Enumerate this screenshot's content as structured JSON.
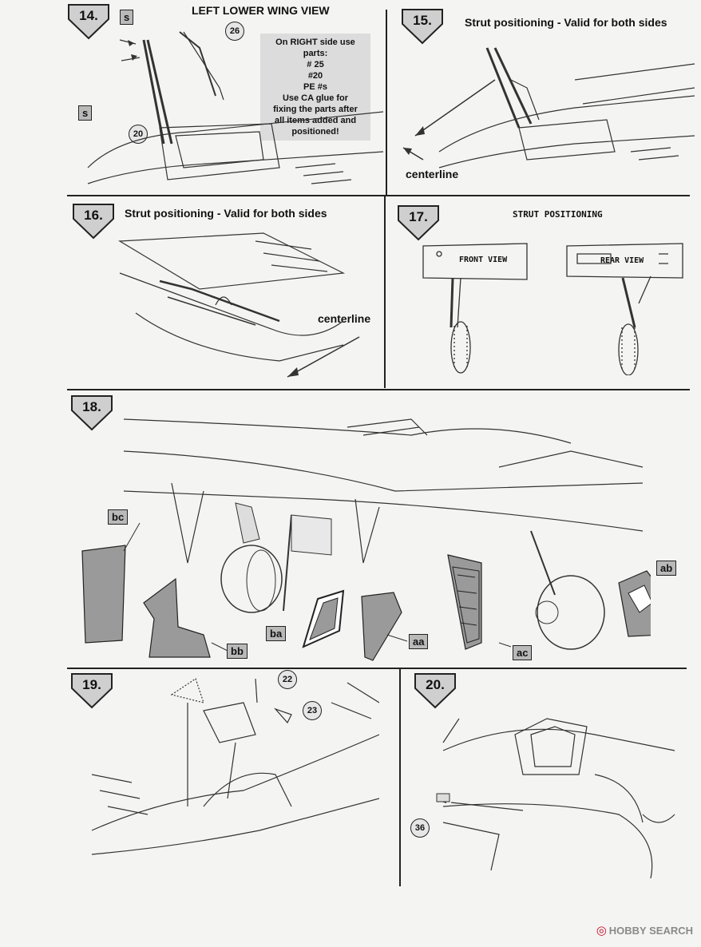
{
  "steps": [
    {
      "number": "14.",
      "caption": "LEFT LOWER WING VIEW",
      "note": [
        "On RIGHT side use",
        "parts:",
        "# 25",
        "#20",
        "PE #s",
        "Use CA glue for",
        "fixing the parts after",
        "all items added and",
        "positioned!"
      ],
      "callouts": [
        "s",
        "s",
        "26",
        "20"
      ]
    },
    {
      "number": "15.",
      "caption": "Strut positioning - Valid for both sides",
      "label": "centerline"
    },
    {
      "number": "16.",
      "caption": "Strut positioning - Valid for both sides",
      "label": "centerline"
    },
    {
      "number": "17.",
      "caption": "STRUT POSITIONING",
      "front_view": "FRONT VIEW",
      "rear_view": "REAR VIEW"
    },
    {
      "number": "18.",
      "tags": [
        "bc",
        "bb",
        "ba",
        "aa",
        "ac",
        "ab"
      ]
    },
    {
      "number": "19.",
      "callouts": [
        "22",
        "23"
      ]
    },
    {
      "number": "20.",
      "callouts": [
        "36"
      ]
    }
  ],
  "watermark": {
    "logo_glyph": "◎",
    "text": "HOBBY SEARCH"
  }
}
